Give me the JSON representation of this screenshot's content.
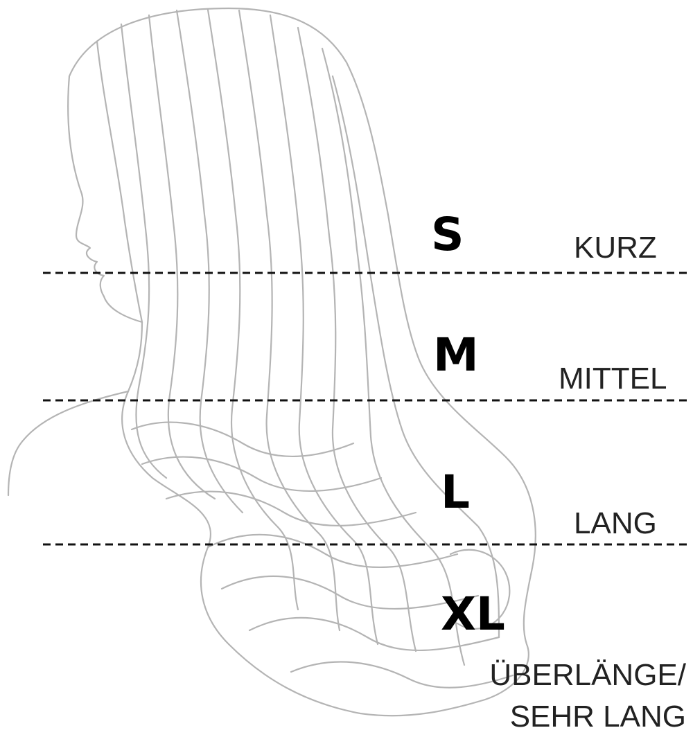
{
  "colors": {
    "outline": "#b4b4b4",
    "divider": "#111111",
    "size_text": "#000000",
    "label_text": "#222222"
  },
  "sizes": [
    {
      "code": "S",
      "label": "KURZ"
    },
    {
      "code": "M",
      "label": "MITTEL"
    },
    {
      "code": "L",
      "label": "LANG"
    },
    {
      "code": "XL",
      "label_line1": "ÜBERLÄNGE/",
      "label_line2": "SEHR LANG"
    }
  ]
}
